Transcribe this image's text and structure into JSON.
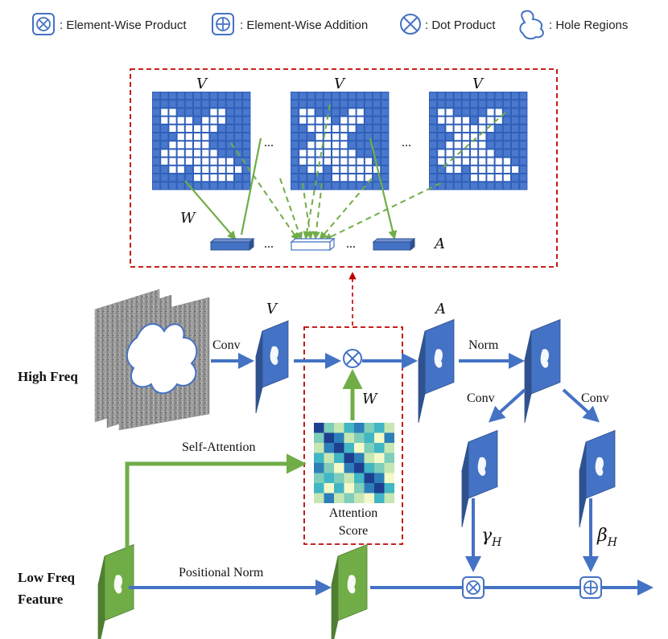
{
  "legend": {
    "element_wise_product": ": Element-Wise Product",
    "element_wise_addition": ": Element-Wise Addition",
    "dot_product": ": Dot Product",
    "hole_regions": ": Hole Regions"
  },
  "top_panel": {
    "v_label_1": "V",
    "v_label_2": "V",
    "v_label_3": "V",
    "ellipsis_1": "...",
    "ellipsis_2": "...",
    "ellipsis_3": "...",
    "ellipsis_4": "...",
    "w_label": "W",
    "a_label": "A"
  },
  "main": {
    "high_freq": "High Freq",
    "low_freq_line1": "Low Freq",
    "low_freq_line2": "Feature",
    "conv_1": "Conv",
    "v_label": "V",
    "a_label": "A",
    "norm": "Norm",
    "conv_left": "Conv",
    "conv_right": "Conv",
    "w_label": "W",
    "self_attention": "Self-Attention",
    "attention_line1": "Attention",
    "attention_line2": "Score",
    "positional_norm": "Positional Norm",
    "gamma": "γ",
    "gamma_sub": "H",
    "beta": "β",
    "beta_sub": "H"
  },
  "colors": {
    "blue": "#4472c4",
    "blue_dark": "#2f528f",
    "green": "#70ad47",
    "green_dark": "#548235",
    "red_dash": "#c00000"
  }
}
